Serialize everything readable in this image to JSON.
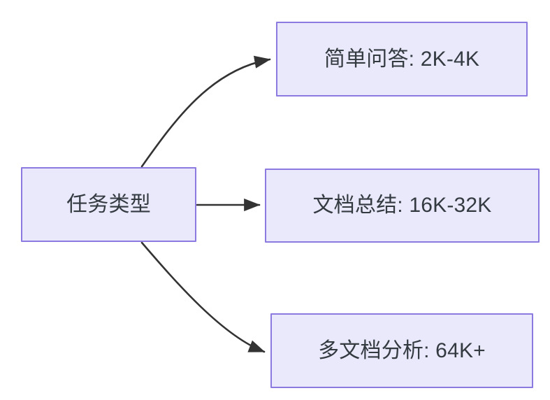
{
  "diagram": {
    "type": "flowchart",
    "direction": "left-to-right",
    "background_color": "#ffffff",
    "node_fill_color": "#eae8fb",
    "node_border_color": "#8d7ae0",
    "node_text_color": "#333a40",
    "edge_color": "#333333",
    "nodes": [
      {
        "id": "root",
        "label": "任务类型"
      },
      {
        "id": "simple_qa",
        "label": "简单问答: 2K-4K"
      },
      {
        "id": "doc_summary",
        "label": "文档总结: 16K-32K"
      },
      {
        "id": "multi_doc",
        "label": "多文档分析: 64K+"
      }
    ],
    "edges": [
      {
        "from": "root",
        "to": "simple_qa",
        "label": "",
        "style": "curved-arrow"
      },
      {
        "from": "root",
        "to": "doc_summary",
        "label": "",
        "style": "straight-arrow"
      },
      {
        "from": "root",
        "to": "multi_doc",
        "label": "",
        "style": "curved-arrow"
      }
    ]
  }
}
